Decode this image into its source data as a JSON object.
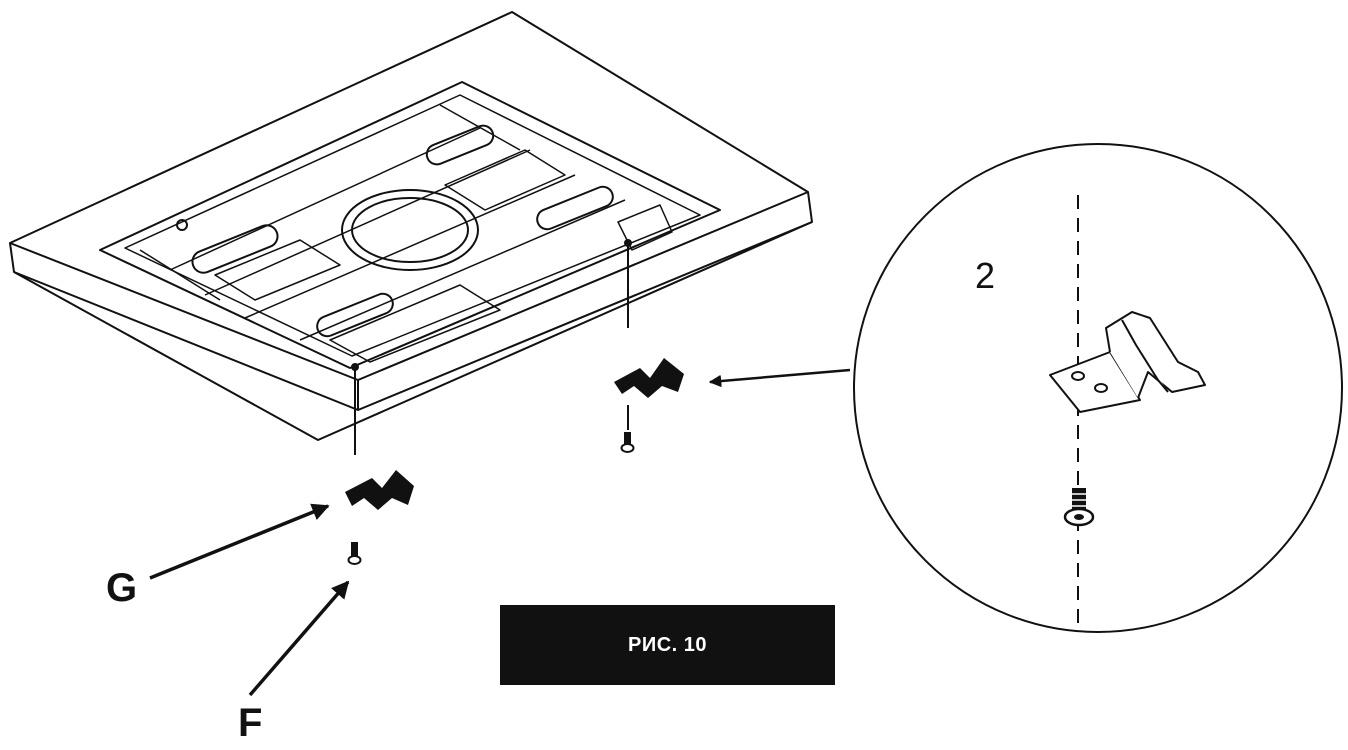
{
  "labels": {
    "g": "G",
    "f": "F",
    "detail_number": "2"
  },
  "caption": "РИС. 10",
  "colors": {
    "line": "#111111",
    "background": "#ffffff",
    "badge": "#111111",
    "badge_text": "#ffffff"
  }
}
